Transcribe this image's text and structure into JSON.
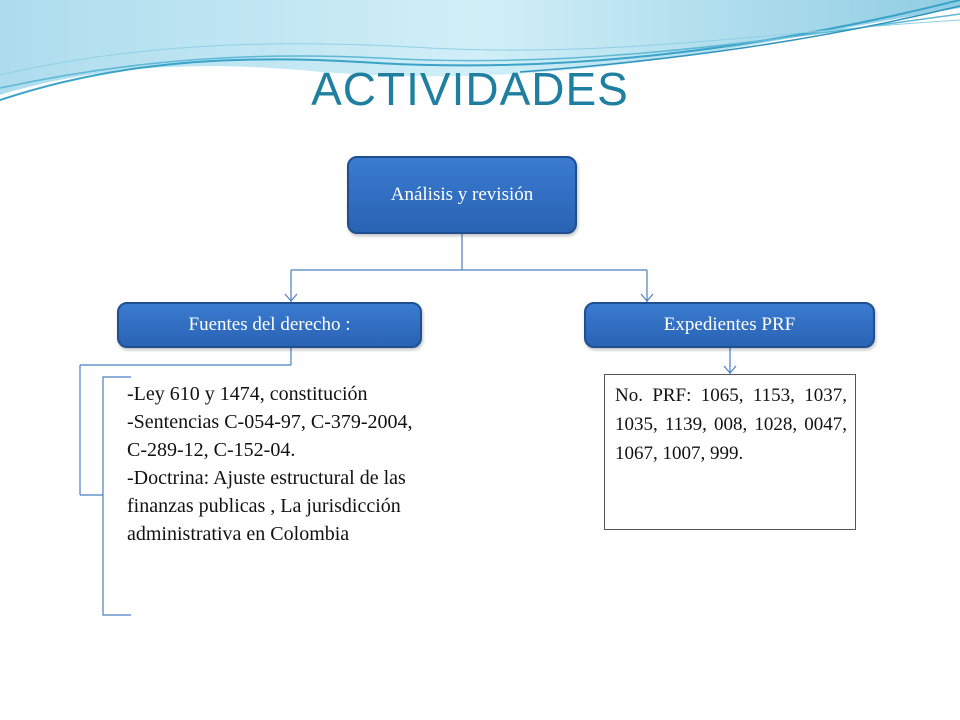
{
  "title": "ACTIVIDADES",
  "diagram": {
    "root": "Análisis y revisión",
    "left_branch": {
      "label": "Fuentes del derecho :",
      "items": [
        "-Ley 610 y 1474, constitución",
        "-Sentencias C-054-97, C-379-2004, C-289-12, C-152-04.",
        "-Doctrina: Ajuste estructural de las finanzas publicas , La jurisdicción administrativa en Colombia"
      ]
    },
    "right_branch": {
      "label": "Expedientes PRF",
      "detail": "No. PRF: 1065, 1153, 1037, 1035, 1139, 008, 1028, 0047, 1067, 1007, 999."
    }
  },
  "colors": {
    "node_fill": "#2f6dc2",
    "node_border": "#1f4f8f",
    "title": "#1f7fa0",
    "connector": "#4a7fc4",
    "wave": "#5fb8d6"
  }
}
